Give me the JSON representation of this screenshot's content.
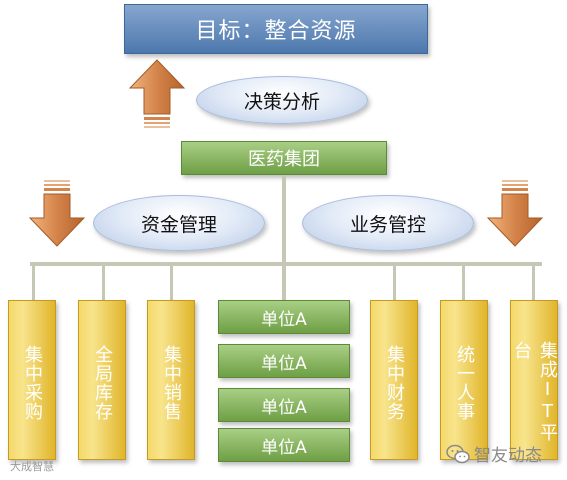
{
  "goal": {
    "text": "目标：整合资源"
  },
  "ovals": {
    "decision": "决策分析",
    "funds": "资金管理",
    "business": "业务管控"
  },
  "group": {
    "text": "医药集团"
  },
  "columns": {
    "c1": "集中采购",
    "c2": "全局库存",
    "c3": "集中销售",
    "c4": "集中财务",
    "c5": "统一人事",
    "c6": "集成IT平台"
  },
  "units": [
    "单位A",
    "单位A",
    "单位A",
    "单位A"
  ],
  "watermarks": {
    "left": "大成智慧",
    "right": "智友动态"
  },
  "colors": {
    "goal_blue": "#4d78ad",
    "group_green": "#6e9f45",
    "column_gold": "#e0b52b",
    "arrow_brown": "#c9773a"
  },
  "icons": {
    "up_arrow": "up-arrow-icon",
    "down_arrow": "down-arrow-icon",
    "wechat": "wechat-icon"
  }
}
